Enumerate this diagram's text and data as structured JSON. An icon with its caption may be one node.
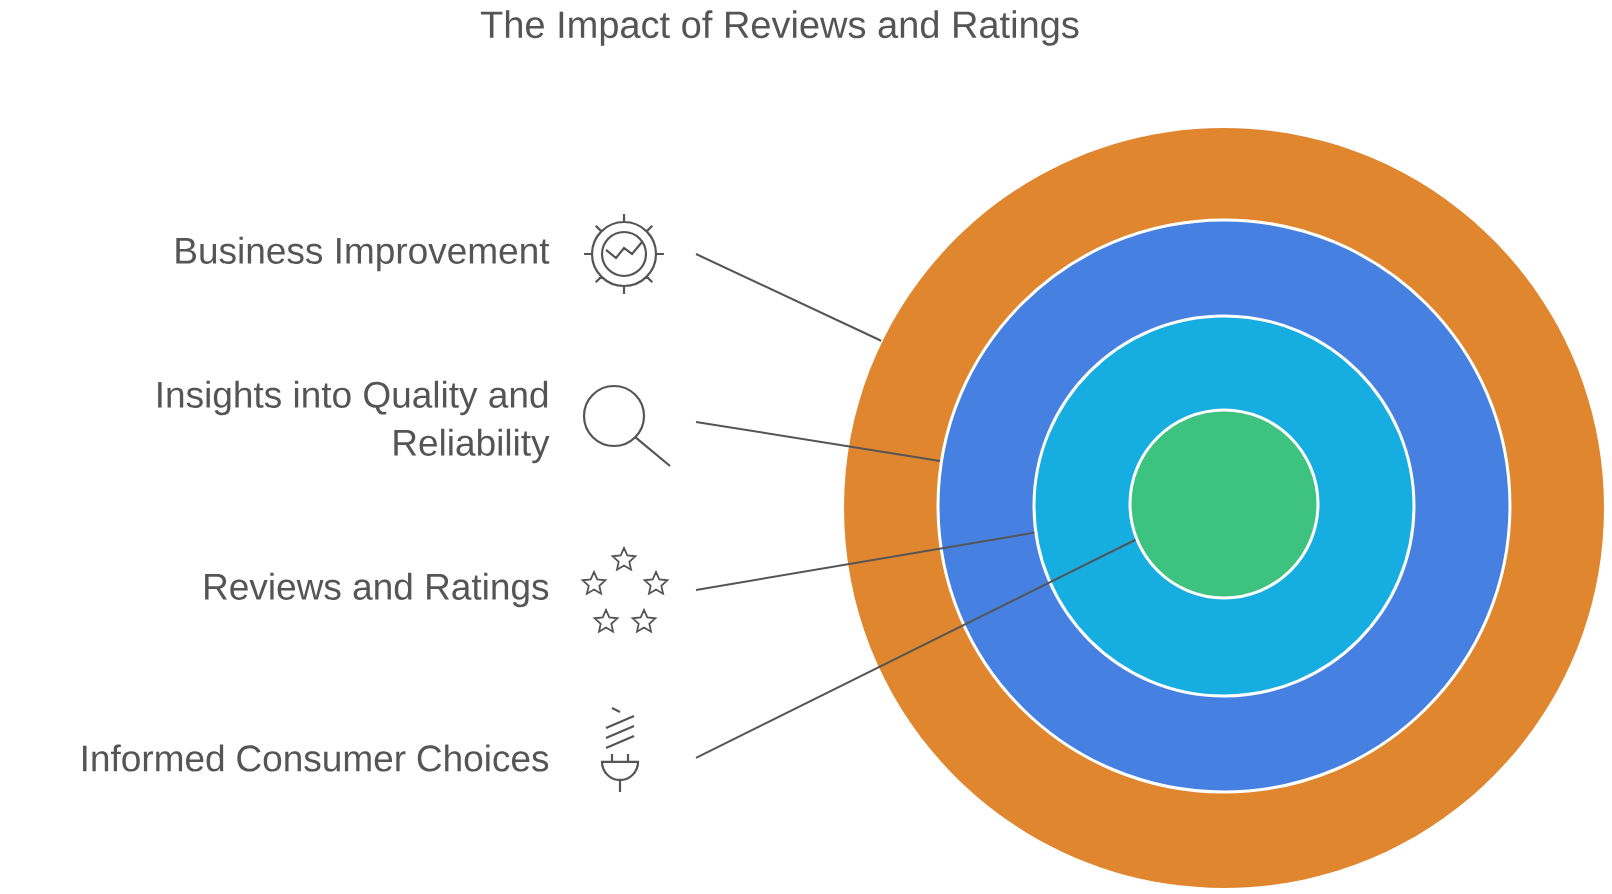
{
  "diagram": {
    "title": "The Impact of Reviews and Ratings",
    "nodes": [
      {
        "text": [
          "Business Improvement"
        ]
      },
      {
        "text": [
          "Insights into Quality and Reliability"
        ]
      },
      {
        "text": [
          "Reviews and Ratings"
        ]
      },
      {
        "text": [
          "Informed Consumer Choices"
        ]
      },
      {
        "text": [],
        "shape": "circle"
      },
      {
        "text": [],
        "shape": "circle",
        "in": 4
      },
      {
        "text": [],
        "shape": "circle",
        "in": 5
      },
      {
        "text": [],
        "shape": "circle",
        "in": 6
      }
    ],
    "edges": [
      {
        "from": 0,
        "to": 4,
        "arrow": "none"
      },
      {
        "from": 1,
        "to": 5,
        "arrow": "none"
      },
      {
        "from": 2,
        "to": 6,
        "arrow": "none"
      },
      {
        "from": 3,
        "to": 7,
        "arrow": "none"
      }
    ]
  }
}
